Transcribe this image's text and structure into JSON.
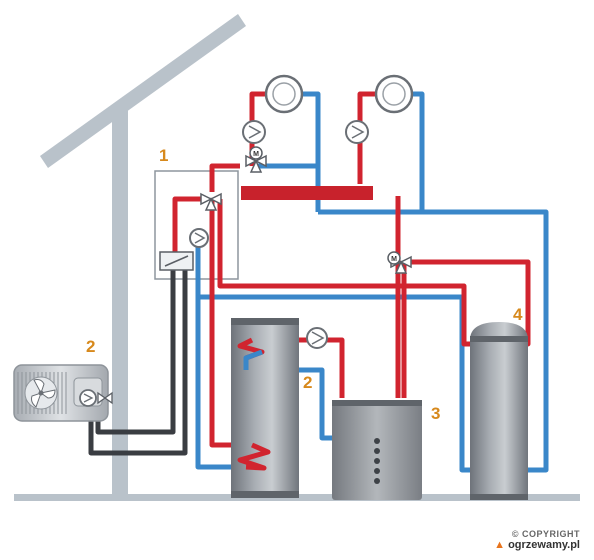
{
  "labels": {
    "control_box": "1",
    "heat_pump": "2",
    "hot_water_tank": "2",
    "boiler": "3",
    "buffer_tank": "4"
  },
  "copyright": {
    "symbol_line": "© COPYRIGHT",
    "brand": "ogrzewamy.pl",
    "flame_icon": "flame-icon"
  },
  "valve_motor_letter": "M",
  "colors": {
    "supply_red": "#d1242f",
    "return_blue": "#3a87c9",
    "link_dark": "#3a3d42",
    "house_grey": "#b9c2ca",
    "label_orange": "#d7891c",
    "brand_orange": "#e8741d"
  }
}
